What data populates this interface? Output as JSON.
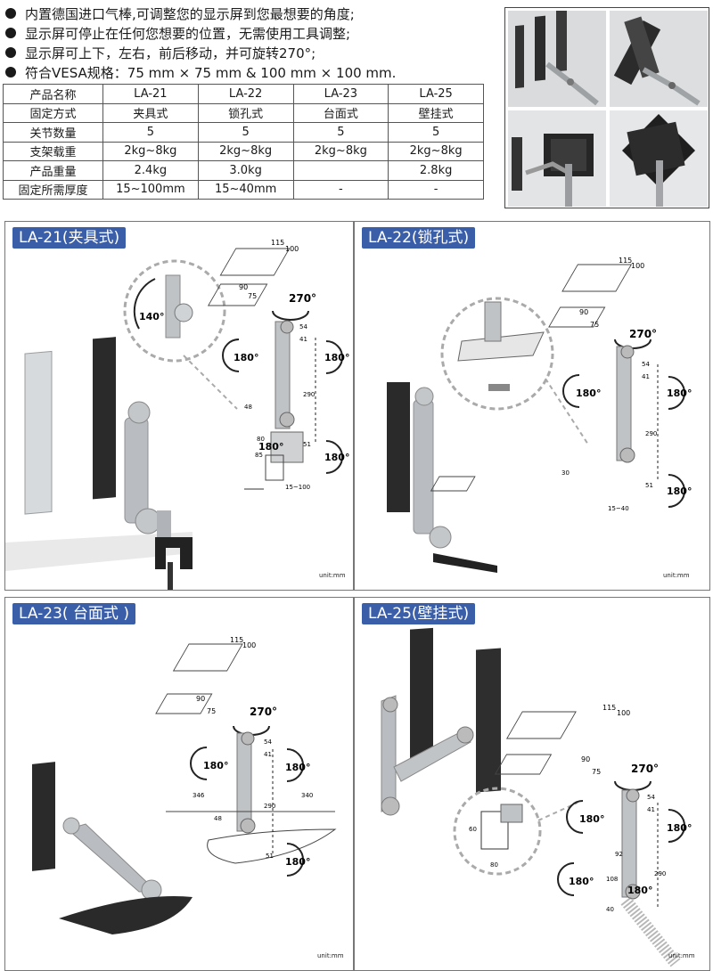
{
  "bullets": [
    "内置德国进口气棒,可调整您的显示屏到您最想要的角度;",
    "显示屏可停止在任何您想要的位置，无需使用工具调整;",
    "显示屏可上下，左右，前后移动，并可旋转270°;",
    "符合VESA规格：75 mm × 75 mm & 100 mm × 100 mm."
  ],
  "table": {
    "header": [
      "产品名称",
      "LA-21",
      "LA-22",
      "LA-23",
      "LA-25"
    ],
    "rows": [
      [
        "固定方式",
        "夹具式",
        "锁孔式",
        "台面式",
        "壁挂式"
      ],
      [
        "关节数量",
        "5",
        "5",
        "5",
        "5"
      ],
      [
        "支架载重",
        "2kg~8kg",
        "2kg~8kg",
        "2kg~8kg",
        "2kg~8kg"
      ],
      [
        "产品重量",
        "2.4kg",
        "3.0kg",
        "",
        "2.8kg"
      ],
      [
        "固定所需厚度",
        "15~100mm",
        "15~40mm",
        "-",
        "-"
      ]
    ]
  },
  "panels": {
    "la21": {
      "label": "LA-21(夹具式)",
      "unit": "unit:mm"
    },
    "la22": {
      "label": "LA-22(锁孔式)",
      "unit": "unit:mm"
    },
    "la23": {
      "label": "LA-23( 台面式 )",
      "unit": "unit:mm"
    },
    "la25": {
      "label": "LA-25(壁挂式)",
      "unit": "unit:mm"
    }
  },
  "dims": {
    "vesa_outer": "115",
    "vesa_inner": "100",
    "vesa_outer_small": "90",
    "vesa_inner_small": "75",
    "rot_270": "270°",
    "rot_180": "180°",
    "rot_140": "140°",
    "d54": "54",
    "d41": "41",
    "d290": "290",
    "d51": "51",
    "d48": "48",
    "d80": "80",
    "d85": "85",
    "d15_100": "15~100",
    "d15_40": "15~40",
    "d30": "30",
    "d346": "346",
    "d340": "340",
    "d60": "60",
    "d92": "92",
    "d108": "108",
    "d40": "40"
  },
  "colors": {
    "label_bg": "#3b5ea8",
    "metal": "#b9bcc0",
    "dark": "#2a2a2a"
  }
}
